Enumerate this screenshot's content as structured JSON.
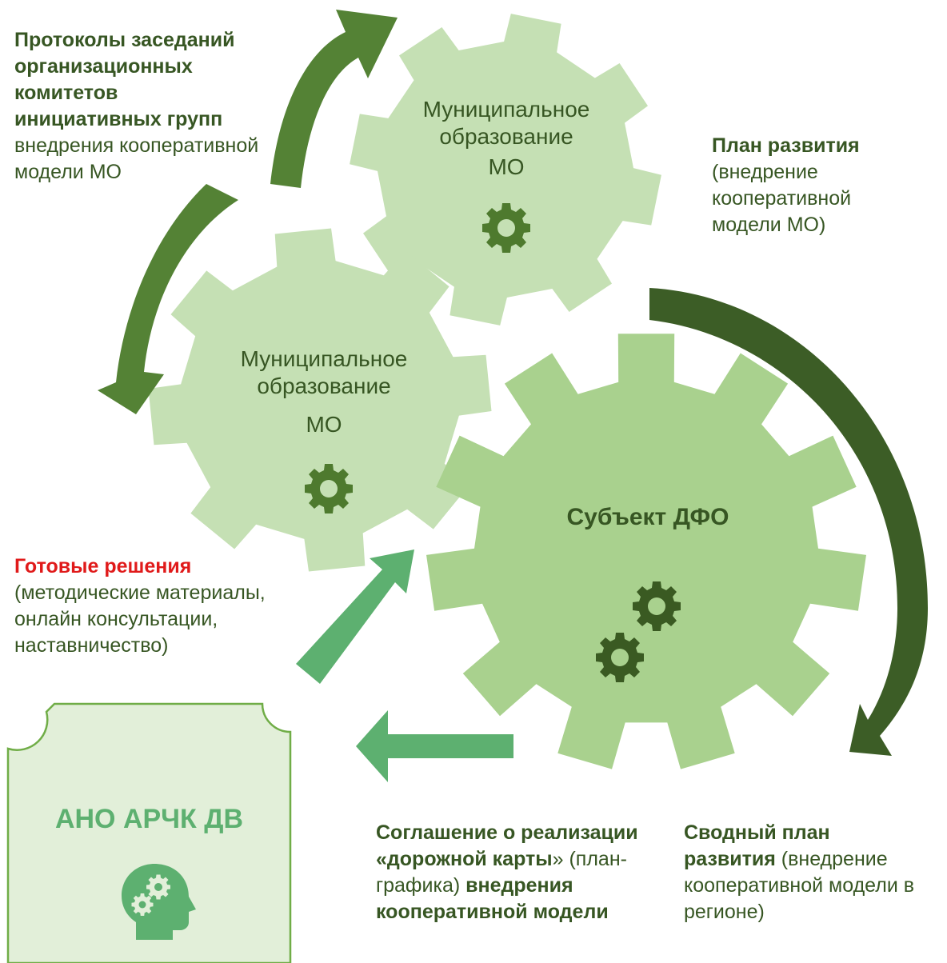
{
  "colors": {
    "gear_light": "#c5e0b4",
    "gear_main": "#a9d18e",
    "arrow_dark": "#3c5d26",
    "arrow_mid": "#548235",
    "arrow_green": "#5db070",
    "icon_dark": "#4e7a2e",
    "icon_darker": "#3a5a22",
    "box_fill": "#e2efd9",
    "box_stroke": "#70ad47",
    "title_green": "#5db070",
    "red": "#e01a1a"
  },
  "gear_top": {
    "line1": "Муниципальное",
    "line2": "образование",
    "abbr": "МО"
  },
  "gear_left": {
    "line1": "Муниципальное",
    "line2": "образование",
    "abbr": "МО"
  },
  "gear_main": {
    "title": "Субъект ДФО"
  },
  "protocols": {
    "bold_1": "Протоколы заседаний",
    "bold_2": "организационных",
    "bold_3": "комитетов",
    "bold_4": "инициативных групп",
    "rest_1": "внедрения кооперативной",
    "rest_2": "модели МО"
  },
  "plan": {
    "bold_1": "План развития",
    "rest_1": "(внедрение",
    "rest_2": "кооперативной",
    "rest_3": "модели МО)"
  },
  "ready": {
    "bold_1": "Готовые решения",
    "rest_1": "(методические материалы,",
    "rest_2": "онлайн консультации,",
    "rest_3": "наставничество)"
  },
  "agreement": {
    "bold_1": "Соглашение о реализации",
    "bold_2": "«дорожной карты",
    "rest_2": "» (план-",
    "rest_3": "графика) ",
    "bold_3": "внедрения",
    "bold_4": "кооперативной модели"
  },
  "summary": {
    "bold_1": "Сводный план",
    "bold_2": "развития",
    "rest_2": " (внедрение",
    "rest_3": "кооперативной модели в",
    "rest_4": "регионе)"
  },
  "org_box": {
    "title": "АНО АРЧК ДВ",
    "icon": "head-gears-icon"
  }
}
